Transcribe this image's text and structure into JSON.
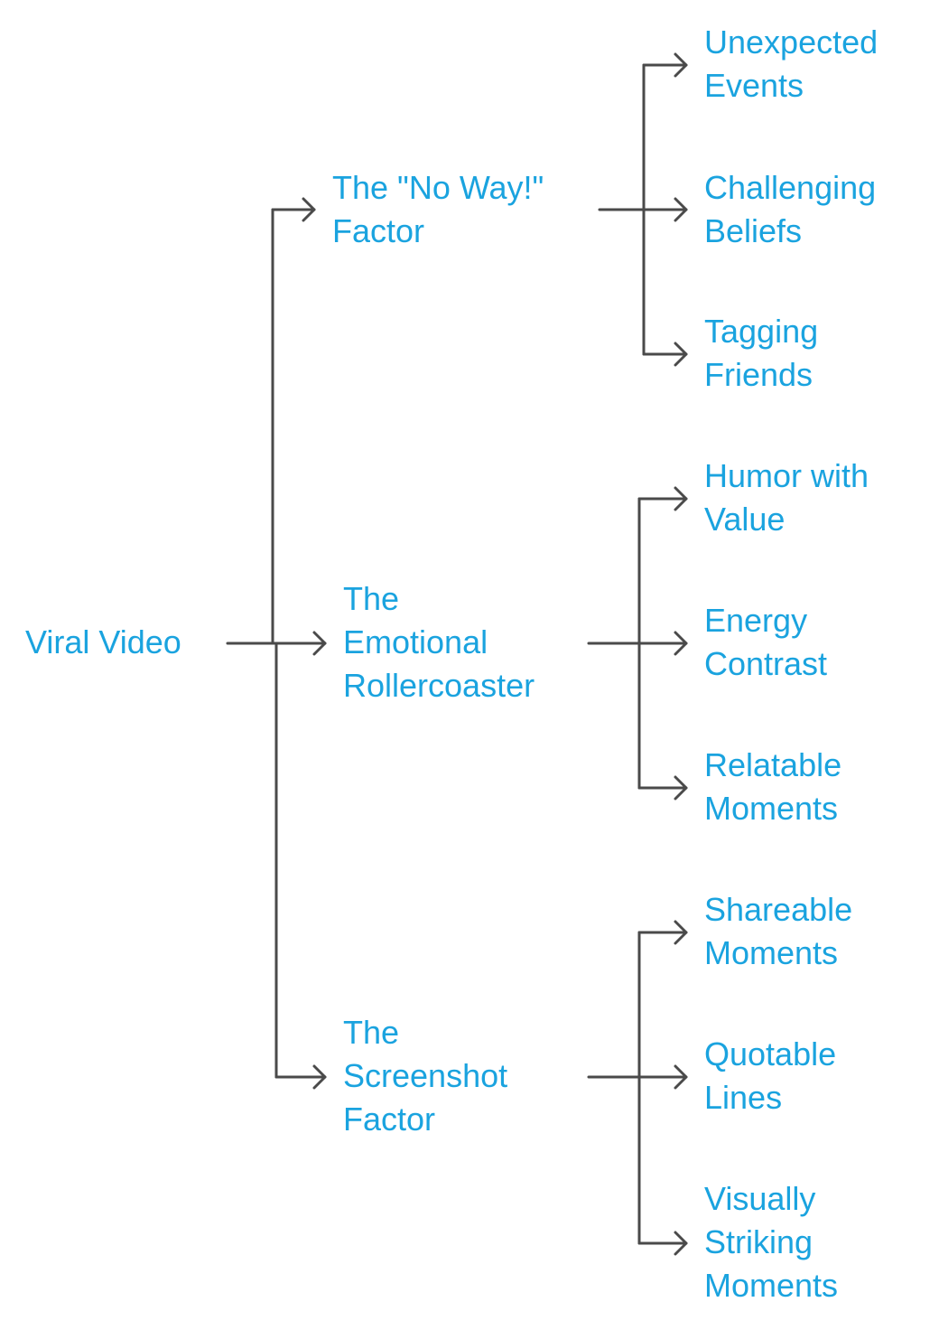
{
  "diagram": {
    "root": {
      "label": "Viral Video"
    },
    "branches": [
      {
        "label": "The \"No Way!\"\nFactor",
        "children": [
          "Unexpected\nEvents",
          "Challenging\nBeliefs",
          "Tagging\nFriends"
        ]
      },
      {
        "label": "The\nEmotional\nRollercoaster",
        "children": [
          "Humor with\nValue",
          "Energy\nContrast",
          "Relatable\nMoments"
        ]
      },
      {
        "label": "The\nScreenshot\nFactor",
        "children": [
          "Shareable\nMoments",
          "Quotable\nLines",
          "Visually\nStriking\nMoments"
        ]
      }
    ]
  },
  "colors": {
    "text": "#1aa3df",
    "connector": "#4a4a4a",
    "background": "#ffffff"
  }
}
